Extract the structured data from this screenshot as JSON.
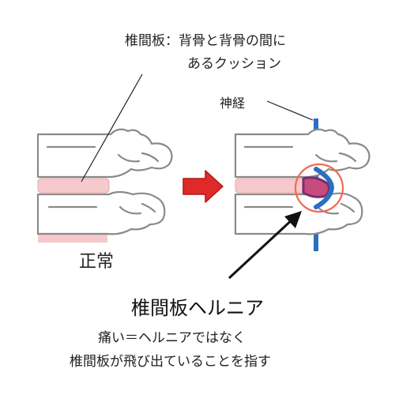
{
  "labels": {
    "disc_label_line1": "椎間板：背骨と背骨の間に",
    "disc_label_line2": "あるクッション",
    "nerve_label": "神経",
    "normal_label": "正常",
    "hernia_title": "椎間板ヘルニア",
    "note_line1": "痛い＝ヘルニアではなく",
    "note_line2": "椎間板が飛び出ていることを指す"
  },
  "colors": {
    "outline": "#8a8a8a",
    "bone_fill": "#ffffff",
    "disc_fill": "#f6c9cc",
    "nerve_blue": "#2b6fc2",
    "arrow_red": "#e02a2a",
    "highlight_ring": "#f26a4f",
    "herniation_purple": "#7a2e6e"
  }
}
